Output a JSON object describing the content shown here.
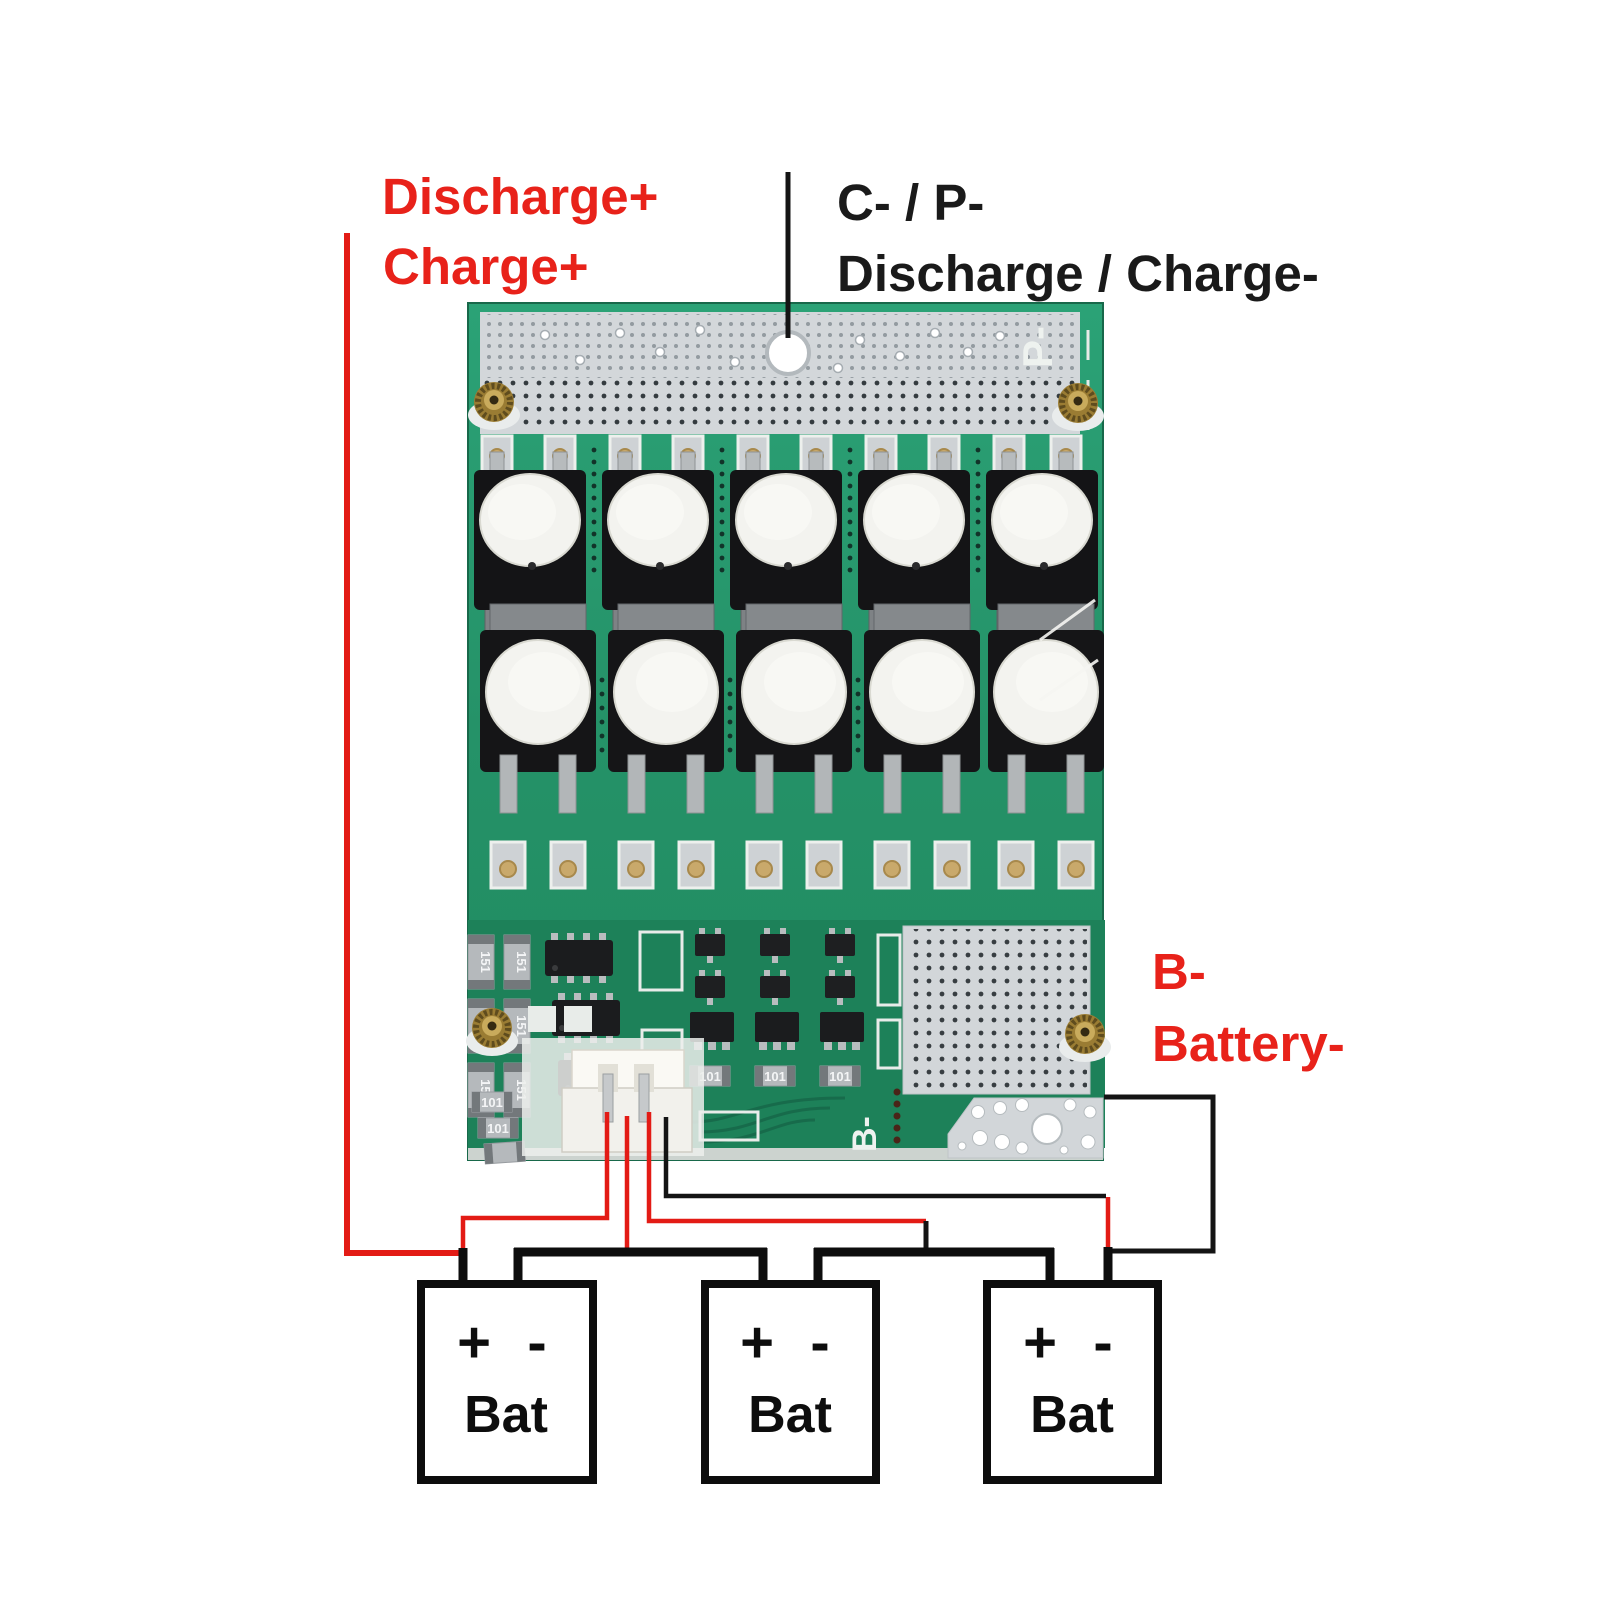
{
  "labels": {
    "discharge_plus": "Discharge+",
    "charge_plus": "Charge+",
    "c_p": "C- / P-",
    "discharge_charge": "Discharge / Charge-",
    "b_minus": "B-",
    "battery_minus": "Battery-"
  },
  "board": {
    "silkscreen_p": "P-",
    "silkscreen_b": "B-",
    "resistor_markings": [
      "151",
      "101"
    ]
  },
  "batteries": [
    {
      "plus": "+",
      "minus": "-",
      "label": "Bat"
    },
    {
      "plus": "+",
      "minus": "-",
      "label": "Bat"
    },
    {
      "plus": "+",
      "minus": "-",
      "label": "Bat"
    }
  ],
  "colors": {
    "label_red": "#e8221a",
    "label_black": "#1a1a1a",
    "wire_red": "#e31b15",
    "wire_black": "#141414",
    "pcb_green": "#2aa173",
    "pad_silver": "#d3d7da",
    "brass": "#a88940"
  }
}
